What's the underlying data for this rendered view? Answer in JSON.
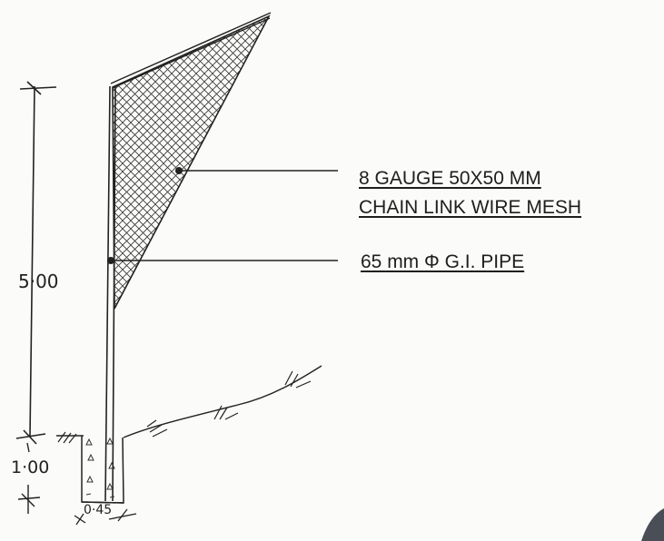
{
  "callouts": {
    "mesh_line1": "8 GAUGE 50X50 MM",
    "mesh_line2": "CHAIN LINK WIRE MESH",
    "pipe": "65 mm Φ G.I. PIPE"
  },
  "dimensions": {
    "height": "5·00",
    "foundation_depth": "1·00",
    "foundation_width": "0·45"
  },
  "colors": {
    "ink": "#1e1e1e",
    "paper": "#fbfbf9"
  }
}
